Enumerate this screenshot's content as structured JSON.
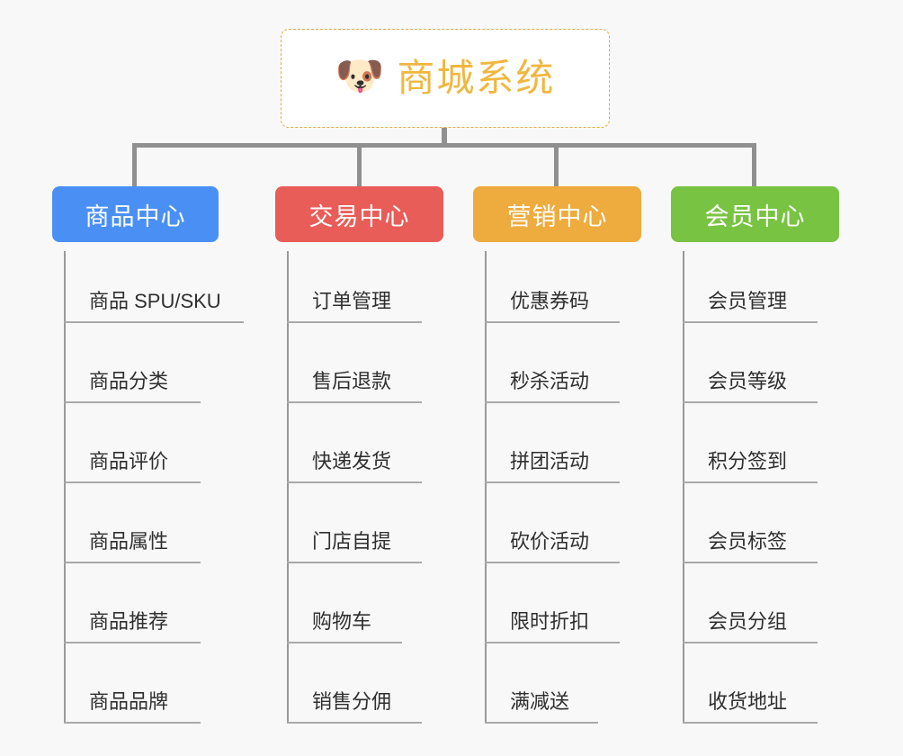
{
  "background_color": "#f8f8f8",
  "root": {
    "icon": "dog-face-emoji",
    "icon_glyph": "🐶",
    "title": "商城系统",
    "title_color": "#f0b73f",
    "border_color": "#e9a83c"
  },
  "connector_color": "#909090",
  "columns": [
    {
      "id": "product-center",
      "header": "商品中心",
      "color": "#4a90f4",
      "items": [
        {
          "label": "商品 SPU/SKU",
          "wide": true
        },
        {
          "label": "商品分类",
          "wide": false
        },
        {
          "label": "商品评价",
          "wide": false
        },
        {
          "label": "商品属性",
          "wide": false
        },
        {
          "label": "商品推荐",
          "wide": false
        },
        {
          "label": "商品品牌",
          "wide": false
        }
      ]
    },
    {
      "id": "trade-center",
      "header": "交易中心",
      "color": "#e85d58",
      "items": [
        {
          "label": "订单管理",
          "wide": true
        },
        {
          "label": "售后退款",
          "wide": true
        },
        {
          "label": "快递发货",
          "wide": true
        },
        {
          "label": "门店自提",
          "wide": true
        },
        {
          "label": "购物车",
          "wide": false
        },
        {
          "label": "销售分佣",
          "wide": true
        }
      ]
    },
    {
      "id": "marketing-center",
      "header": "营销中心",
      "color": "#eeab3e",
      "items": [
        {
          "label": "优惠券码",
          "wide": true
        },
        {
          "label": "秒杀活动",
          "wide": true
        },
        {
          "label": "拼团活动",
          "wide": true
        },
        {
          "label": "砍价活动",
          "wide": true
        },
        {
          "label": "限时折扣",
          "wide": true
        },
        {
          "label": "满减送",
          "wide": false
        }
      ]
    },
    {
      "id": "member-center",
      "header": "会员中心",
      "color": "#79c343",
      "items": [
        {
          "label": "会员管理",
          "wide": true
        },
        {
          "label": "会员等级",
          "wide": true
        },
        {
          "label": "积分签到",
          "wide": true
        },
        {
          "label": "会员标签",
          "wide": true
        },
        {
          "label": "会员分组",
          "wide": true
        },
        {
          "label": "收货地址",
          "wide": true
        }
      ]
    }
  ]
}
